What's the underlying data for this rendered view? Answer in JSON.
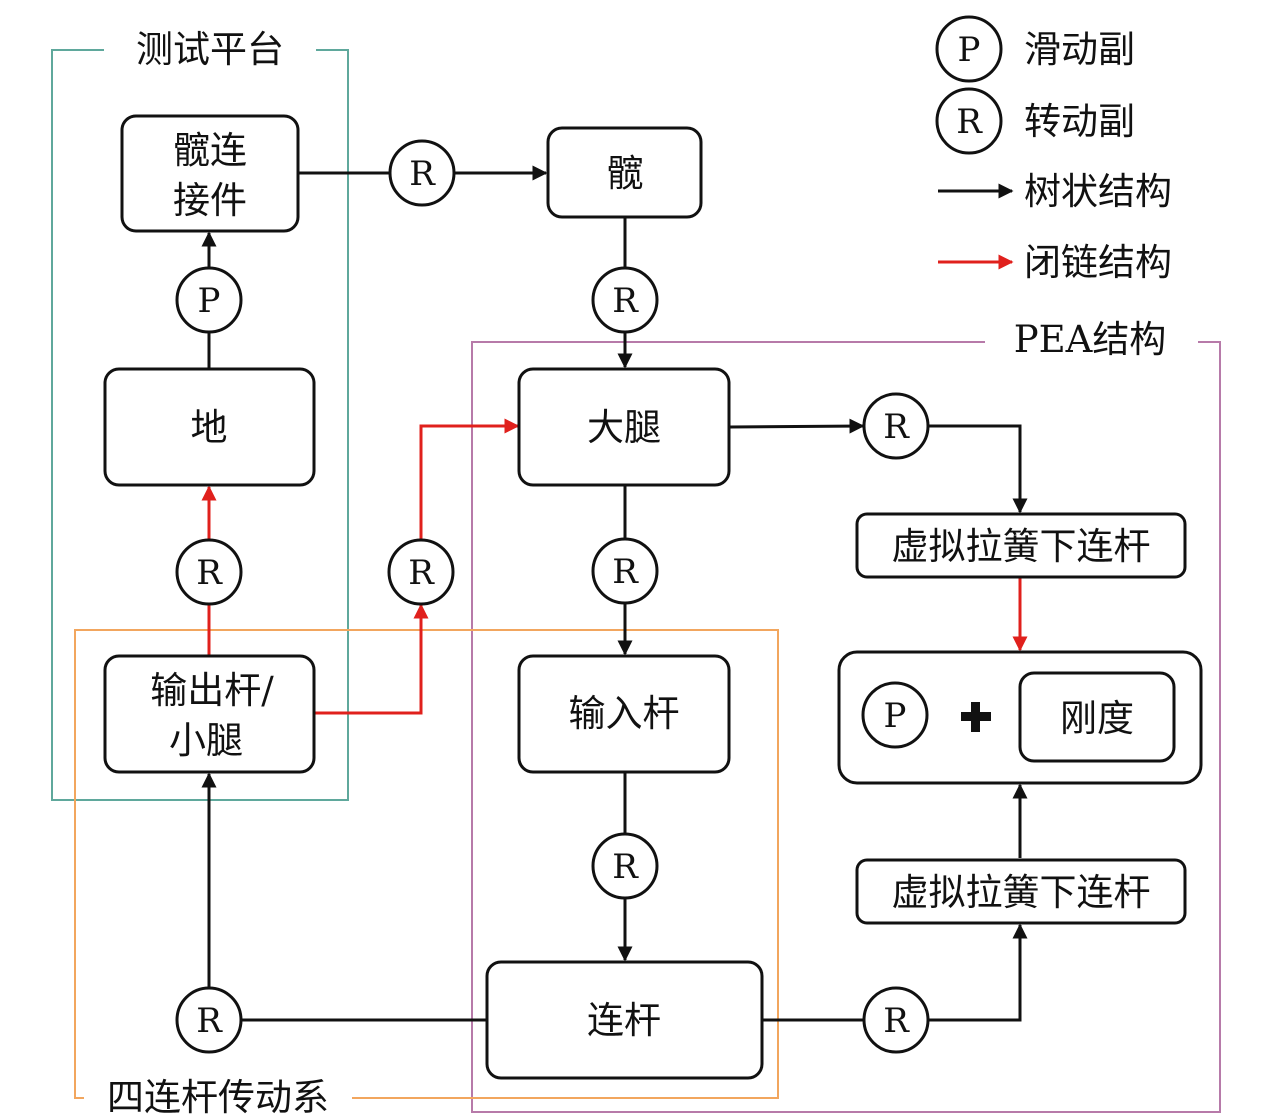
{
  "legend": {
    "p_symbol": "P",
    "p_label": "滑动副",
    "r_symbol": "R",
    "r_label": "转动副",
    "tree_label": "树状结构",
    "closed_label": "闭链结构",
    "tree_color": "#111111",
    "closed_color": "#e0201c"
  },
  "groups": {
    "test_platform": {
      "label": "测试平台",
      "color": "#5fa89c"
    },
    "pea": {
      "label": "PEA结构",
      "color": "#b77aa9"
    },
    "four_bar": {
      "label": "四连杆传动系",
      "color": "#f2a65e"
    }
  },
  "blocks": {
    "hip_connector": {
      "line1": "髋连",
      "line2": "接件"
    },
    "hip": "髋",
    "ground": "地",
    "thigh": "大腿",
    "output_shank": {
      "line1": "输出杆/",
      "line2": "小腿"
    },
    "input_link": "输入杆",
    "link": "连杆",
    "virtual_spring_1": "虚拟拉簧下连杆",
    "virtual_spring_2": "虚拟拉簧下连杆",
    "stiffness": "刚度",
    "compound_p": "P",
    "plus": "+"
  },
  "joints": {
    "p": "P",
    "r": "R"
  }
}
